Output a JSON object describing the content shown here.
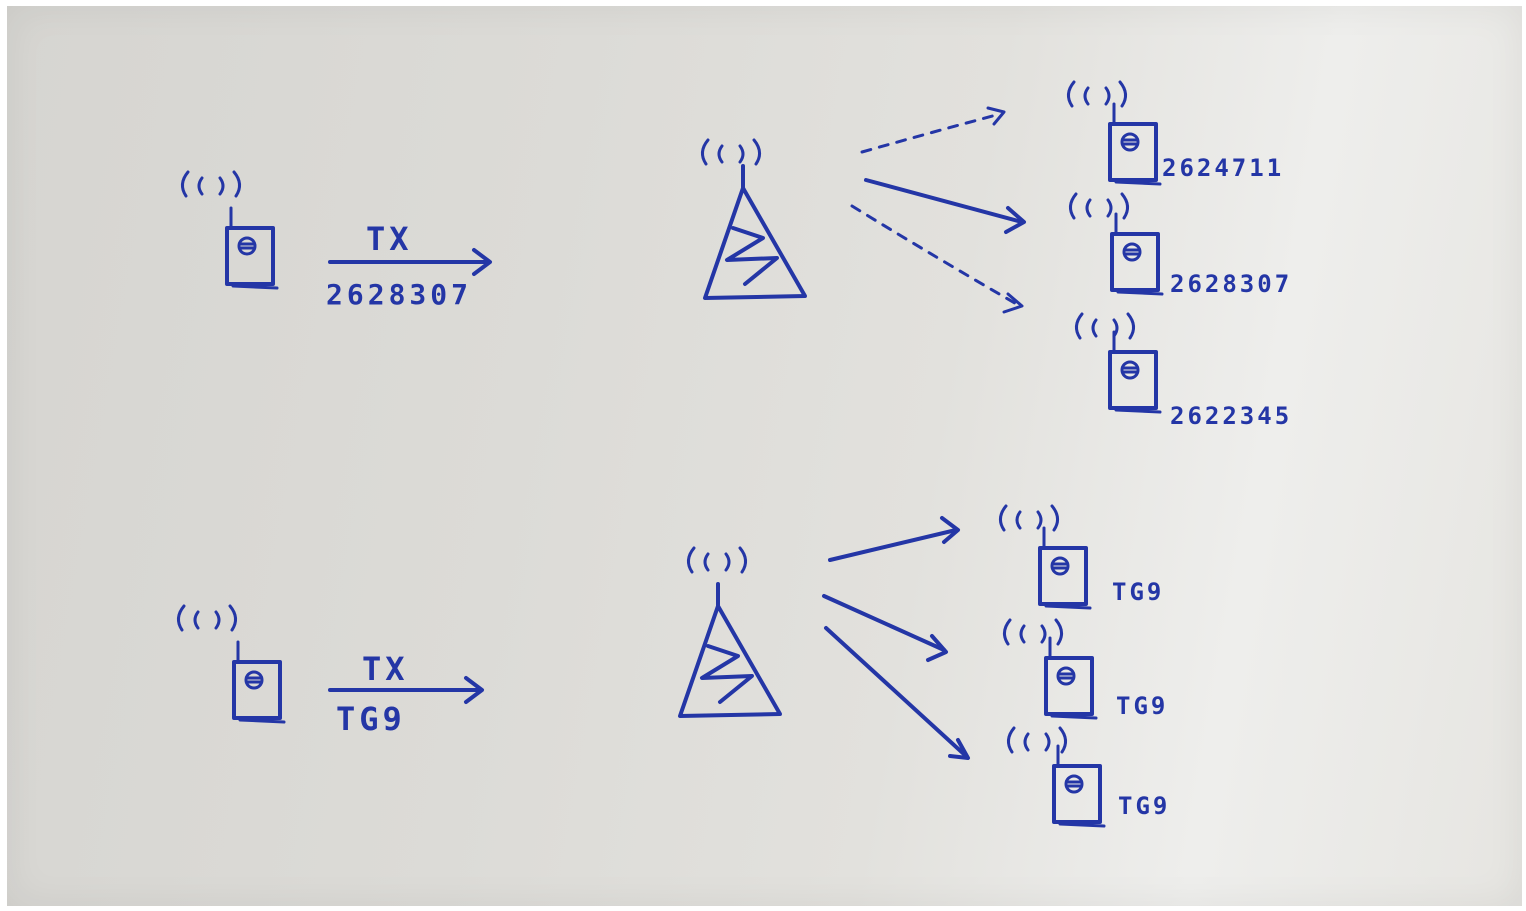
{
  "scene1": {
    "tx_label": "TX",
    "tx_id": "2628307",
    "receivers": [
      "2624711",
      "2628307",
      "2622345"
    ]
  },
  "scene2": {
    "tx_label": "TX",
    "tx_id": "TG9",
    "receivers": [
      "TG9",
      "TG9",
      "TG9"
    ]
  },
  "ink_color": "#2436a6"
}
